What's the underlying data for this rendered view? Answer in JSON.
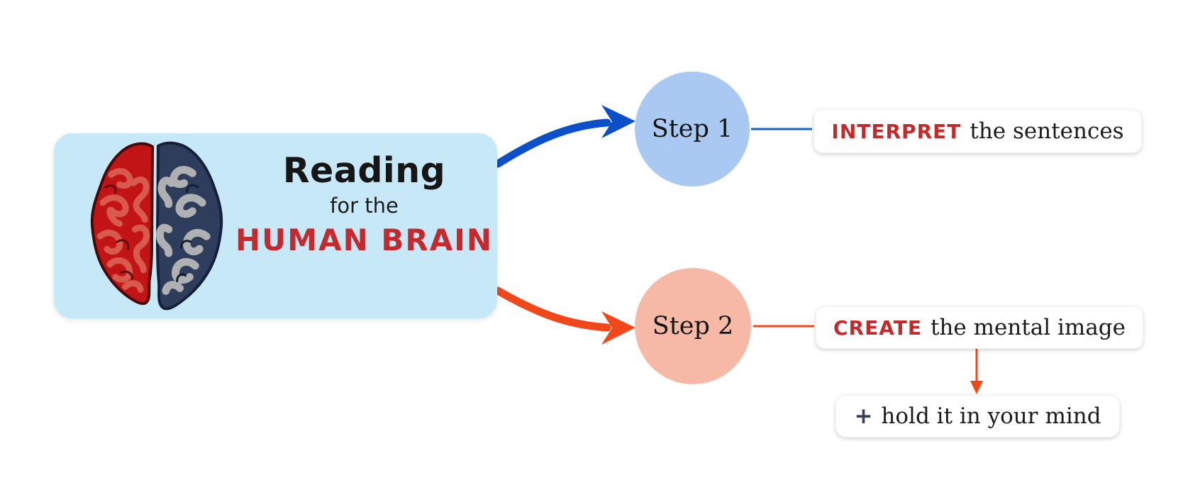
{
  "card": {
    "title": "Reading",
    "subtitle": "for the",
    "highlight": "HUMAN BRAIN",
    "bg_color": "#c7e9f7",
    "highlight_color": "#c4292e",
    "icon": "split-brain-icon"
  },
  "steps": [
    {
      "label": "Step 1",
      "circle_color": "#a9c9f2",
      "arrow_color": "#0b50c8",
      "connector_color": "#1261d1",
      "keyword": "INTERPRET",
      "keyword_color": "#c32a2a",
      "rest": "the sentences"
    },
    {
      "label": "Step 2",
      "circle_color": "#f5b9a6",
      "arrow_color": "#f0471b",
      "connector_color": "#f0471b",
      "keyword": "CREATE",
      "keyword_color": "#c32a2a",
      "rest": "the mental image"
    }
  ],
  "note": {
    "plus_sign": "+",
    "plus_color": "#3b3f52",
    "text": "hold it in your mind"
  }
}
